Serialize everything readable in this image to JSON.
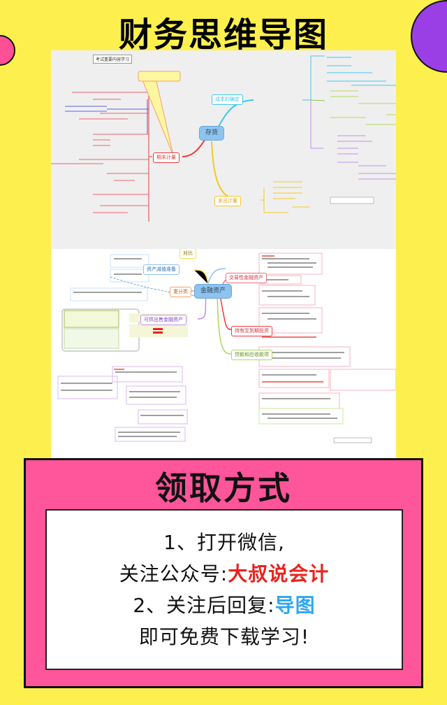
{
  "header": {
    "title": "财务思维导图"
  },
  "decor": {
    "pink_circle_color": "#ff4f95",
    "purple_circle_color": "#9a3ee6",
    "background_color": "#fdf04e"
  },
  "mindmap_1": {
    "top_label": "考试重要内容学习",
    "center": "存货",
    "branches": [
      {
        "label": "成本的确定",
        "color": "#3cc8f0"
      },
      {
        "label": "期末计量",
        "color": "#f0383c"
      },
      {
        "label": "发出计量",
        "color": "#f5c823"
      }
    ]
  },
  "mindmap_2": {
    "center": "金融资产",
    "branches": [
      {
        "label": "交易性金融资产",
        "color": "#f07080"
      },
      {
        "label": "持有至到期投资",
        "color": "#f0383c"
      },
      {
        "label": "贷款和应收款项",
        "color": "#a8d858"
      },
      {
        "label": "可供出售金融资产",
        "color": "#c090e8"
      },
      {
        "label": "资产减值准备",
        "color": "#8ec3f0"
      },
      {
        "label": "重分类",
        "color": "#f5a060"
      },
      {
        "label": "对比",
        "color": "#f5e040"
      }
    ]
  },
  "claim": {
    "title": "领取方式",
    "line1": "1、打开微信,",
    "line2_prefix": "关注公众号:",
    "line2_highlight": "大叔说会计",
    "line3_prefix": "2、关注后回复:",
    "line3_highlight": "导图",
    "line4": "即可免费下载学习!",
    "highlight_red": "#e8231d",
    "highlight_blue": "#2fa6ef"
  }
}
